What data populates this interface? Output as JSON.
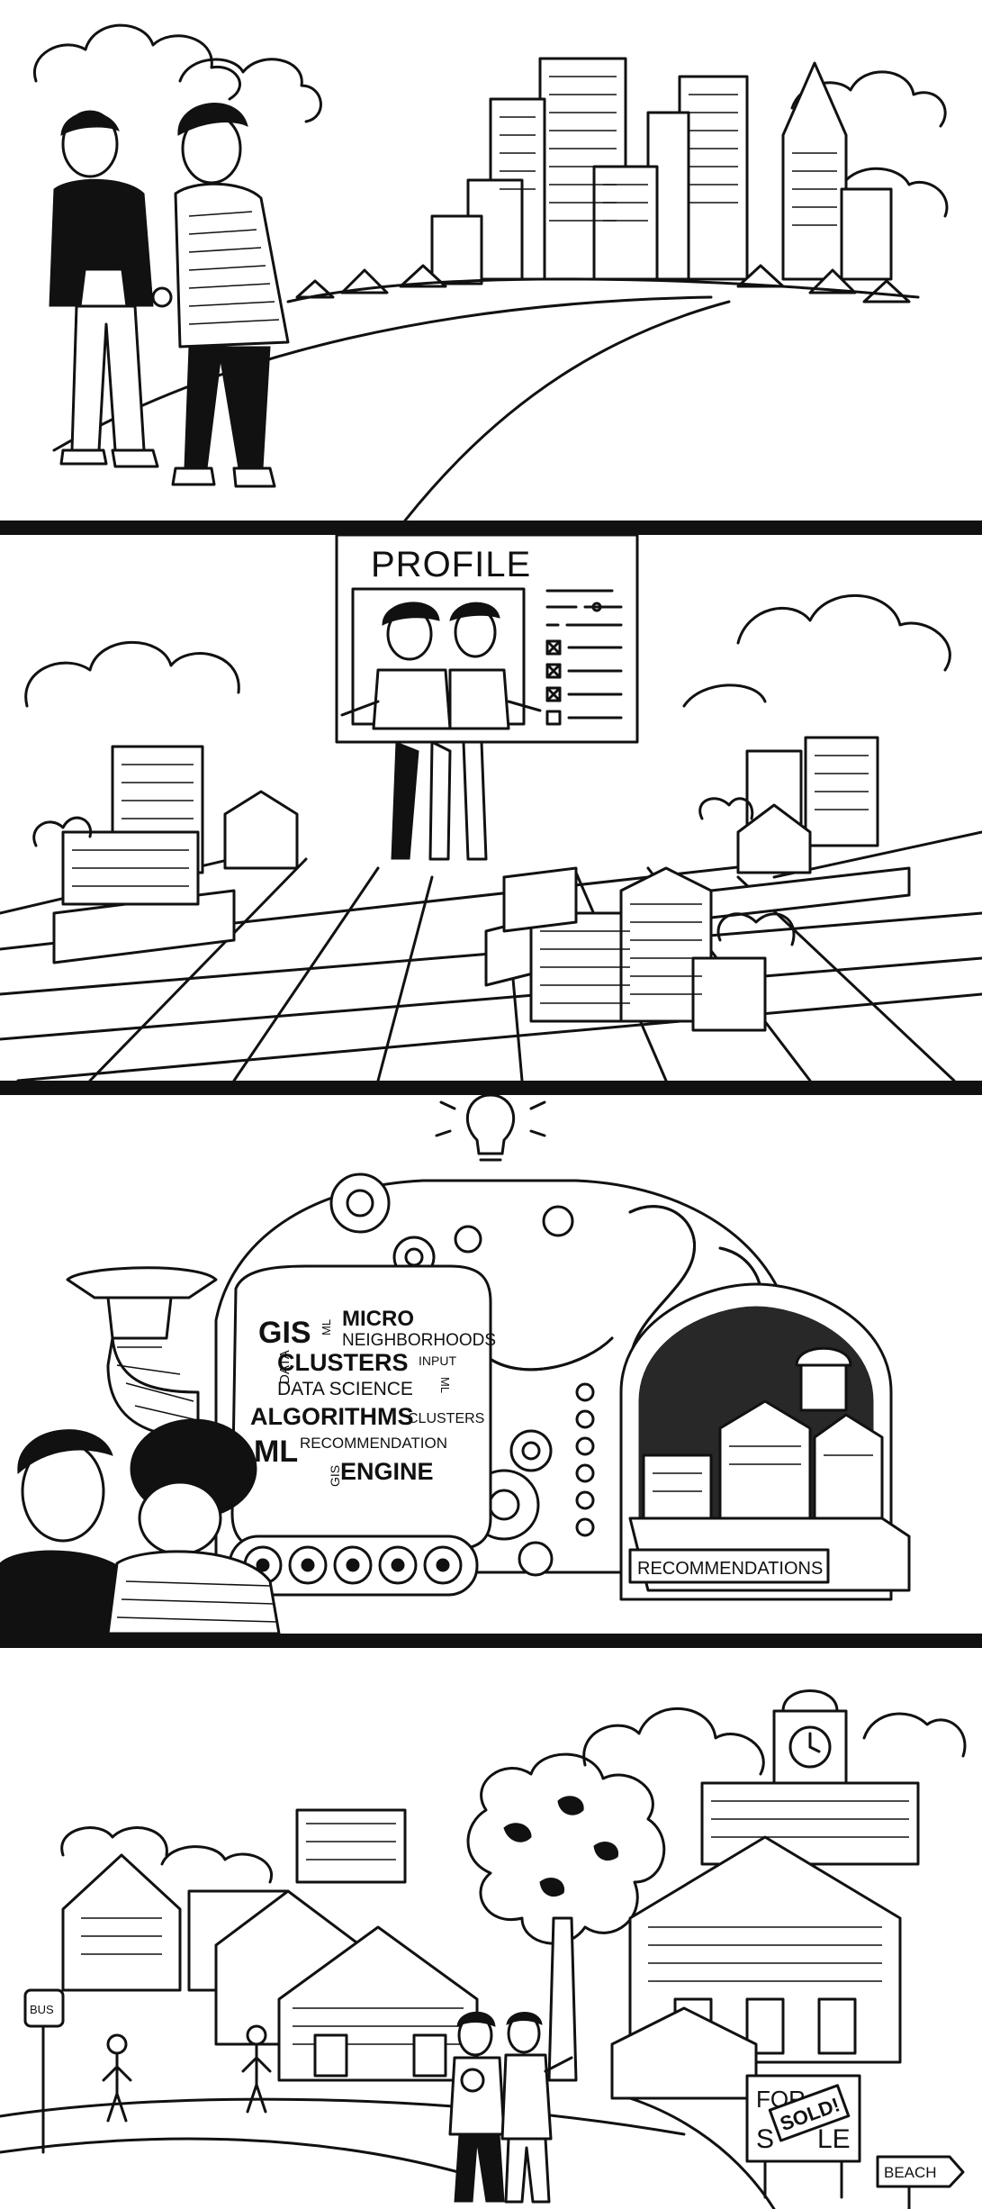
{
  "colors": {
    "ink": "#111111",
    "paper": "#ffffff"
  },
  "panel2": {
    "profile_title": "PROFILE"
  },
  "panel3": {
    "words": {
      "gis_1": "GIS",
      "ml_1": "ML",
      "micro": "MICRO",
      "neighborhoods": "NEIGHBORHOODS",
      "data_1": "DATA",
      "clusters_1": "CLUSTERS",
      "input": "INPUT",
      "data_science": "DATA SCIENCE",
      "ml_2": "ML",
      "algorithms": "ALGORITHMS",
      "clusters_2": "CLUSTERS",
      "ml_3": "ML",
      "recommendation": "RECOMMENDATION",
      "gis_2": "GIS",
      "engine": "ENGINE"
    },
    "recommendations_label": "RECOMMENDATIONS"
  },
  "panel4": {
    "bus_label": "BUS",
    "for_sale_1": "FOR",
    "for_sale_2": "S",
    "for_sale_3": "LE",
    "sold_label": "SOLD!",
    "beach_label": "BEACH"
  }
}
